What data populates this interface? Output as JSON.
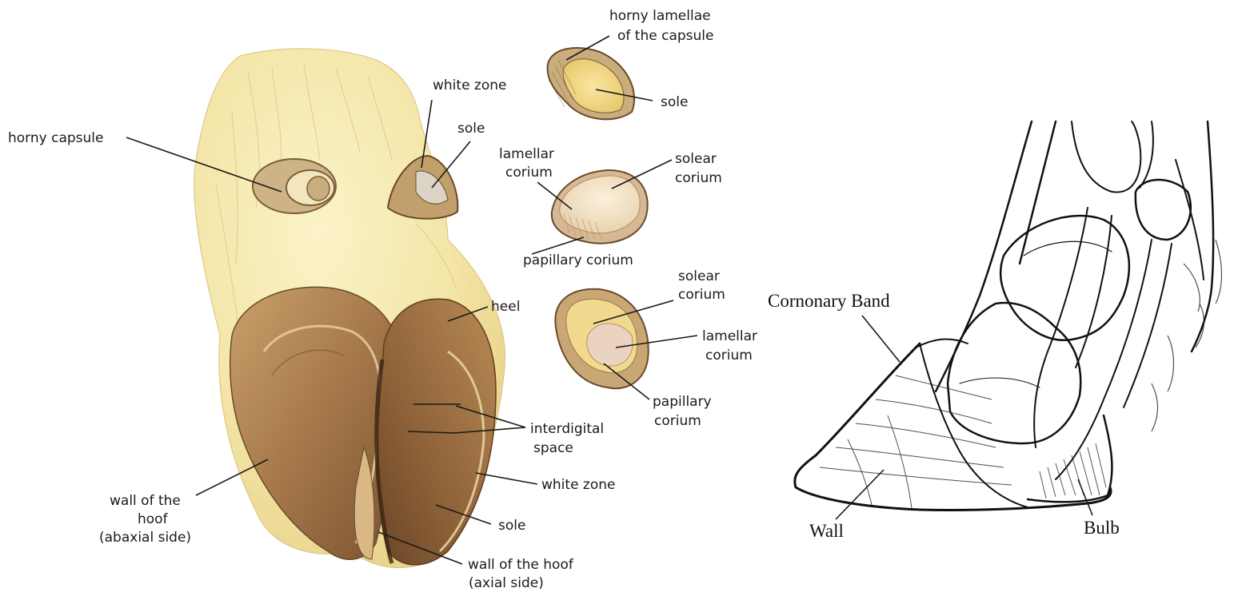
{
  "left_figure": {
    "labels": {
      "horny_capsule": "horny capsule",
      "white_zone_top": "white zone",
      "sole_top": "sole",
      "horny_lamellae_1": "horny lamellae",
      "horny_lamellae_2": "of the capsule",
      "sole_capsule": "sole",
      "lamellar_corium_1_a": "lamellar",
      "lamellar_corium_1_b": "corium",
      "solear_corium_1_a": "solear",
      "solear_corium_1_b": "corium",
      "papillary_corium_1": "papillary corium",
      "heel": "heel",
      "solear_corium_2_a": "solear",
      "solear_corium_2_b": "corium",
      "lamellar_corium_2_a": "lamellar",
      "lamellar_corium_2_b": "corium",
      "papillary_corium_2_a": "papillary",
      "papillary_corium_2_b": "corium",
      "interdigital_a": "interdigital",
      "interdigital_b": "space",
      "white_zone_bottom": "white zone",
      "sole_bottom": "sole",
      "wall_abaxial_a": "wall of the",
      "wall_abaxial_b": "hoof",
      "wall_abaxial_c": "(abaxial side)",
      "wall_axial_a": "wall of the hoof",
      "wall_axial_b": "(axial side)"
    }
  },
  "right_figure": {
    "labels": {
      "coronary_band": "Cornonary Band",
      "wall": "Wall",
      "bulb": "Bulb"
    }
  }
}
